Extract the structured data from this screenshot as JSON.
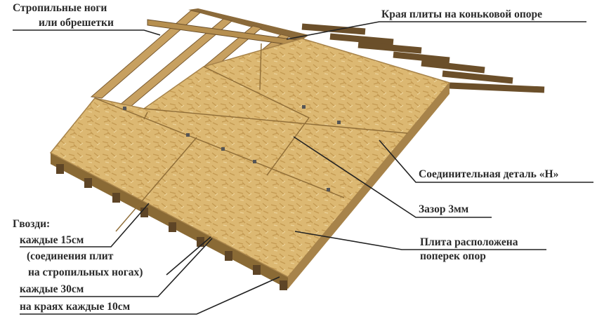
{
  "labels": {
    "rafters_line1": "Стропильные ноги",
    "rafters_line2": "или обрешетки",
    "ridge_edges": "Края плиты на коньковой опоре",
    "h_clip": "Соединительная деталь «Н»",
    "gap": "Зазор 3мм",
    "orientation_line1": "Плита расположена",
    "orientation_line2": "поперек опор",
    "nails_title": "Гвозди:",
    "nails_15": "каждые 15см",
    "nails_15_note1": "(соединения плит",
    "nails_15_note2": "на стропильных ногах)",
    "nails_30": "каждые 30см",
    "nails_10": "на краях каждые 10см"
  },
  "colors": {
    "osb": "#dcb872",
    "osb_dark": "#b8914a",
    "timber": "#8b6a3a",
    "timber_dark": "#5e4526",
    "text": "#2a2a2a"
  }
}
